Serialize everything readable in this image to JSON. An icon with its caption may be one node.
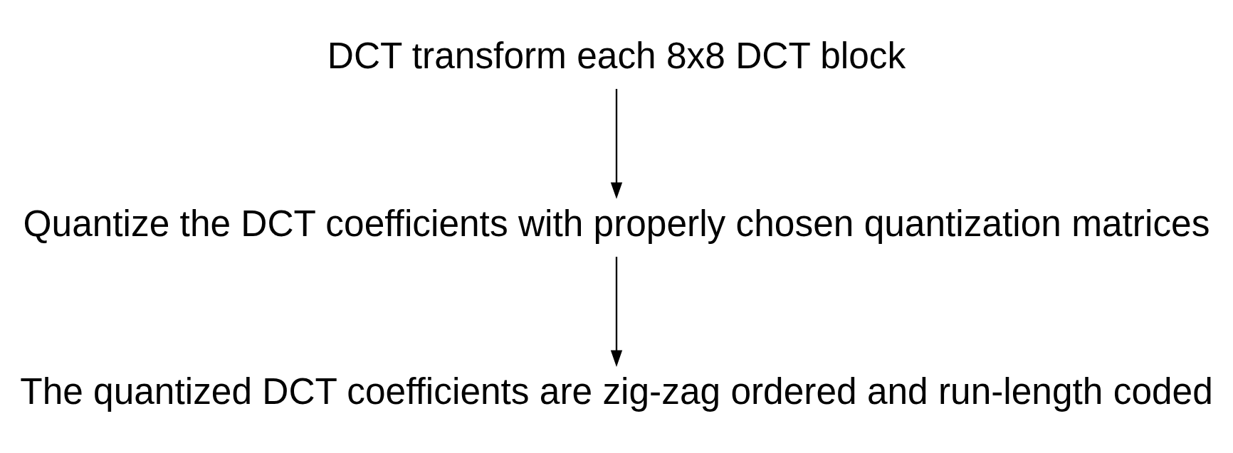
{
  "diagram": {
    "nodes": [
      {
        "text": [
          "DCT transform each 8x8 DCT block"
        ]
      },
      {
        "text": [
          "Quantize the DCT coefficients with properly chosen quantization matrices"
        ]
      },
      {
        "text": [
          "The quantized DCT coefficients are zig-zag ordered and run-length coded"
        ]
      }
    ],
    "edges": [
      {
        "from": 0,
        "to": 1,
        "arrow": "to"
      },
      {
        "from": 1,
        "to": 2,
        "arrow": "to"
      }
    ]
  }
}
